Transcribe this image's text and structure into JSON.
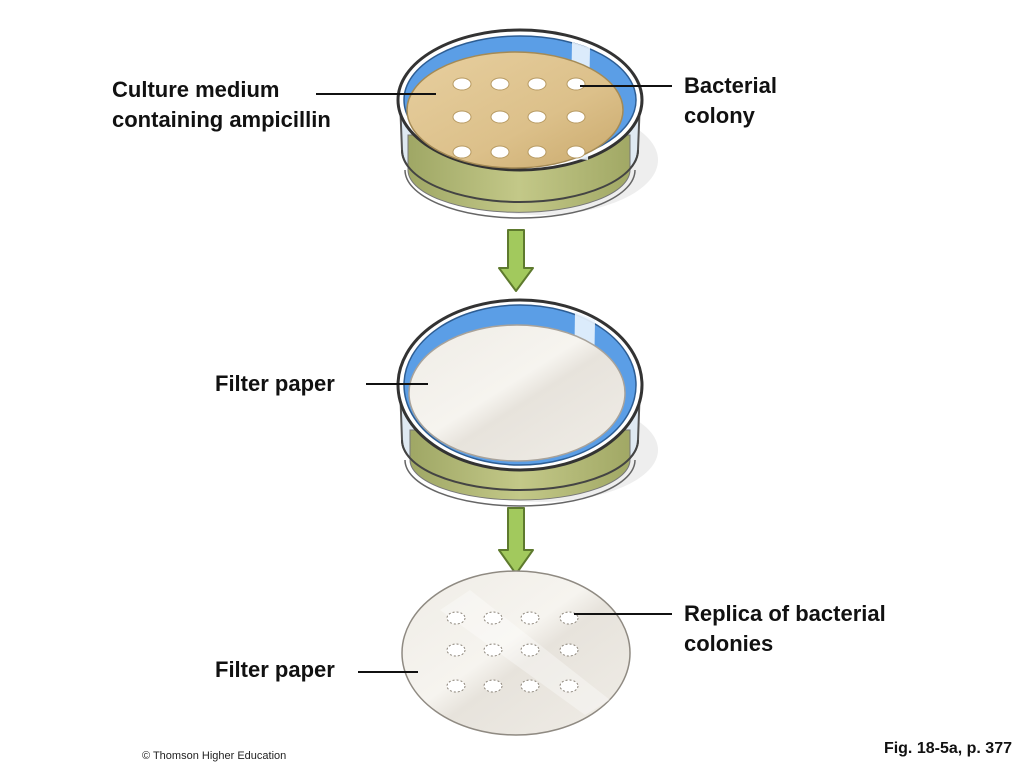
{
  "labels": {
    "culture_medium": [
      "Culture medium",
      "containing ampicillin"
    ],
    "bacterial_colony": [
      "Bacterial",
      "colony"
    ],
    "filter_paper_top": "Filter paper",
    "filter_paper_bottom": "Filter paper",
    "replica": [
      "Replica of bacterial",
      "colonies"
    ]
  },
  "footer": {
    "credit": "© Thomson Higher Education",
    "figure_ref": "Fig. 18-5a, p. 377"
  },
  "colors": {
    "agar": "#dcc08a",
    "dish_blue": "#5b9ee6",
    "dish_band": "#b7bd78",
    "filter_paper": "#ece9e3",
    "arrow": "#a2c95d",
    "colony": "#ffffff",
    "leader_line": "#111111"
  }
}
